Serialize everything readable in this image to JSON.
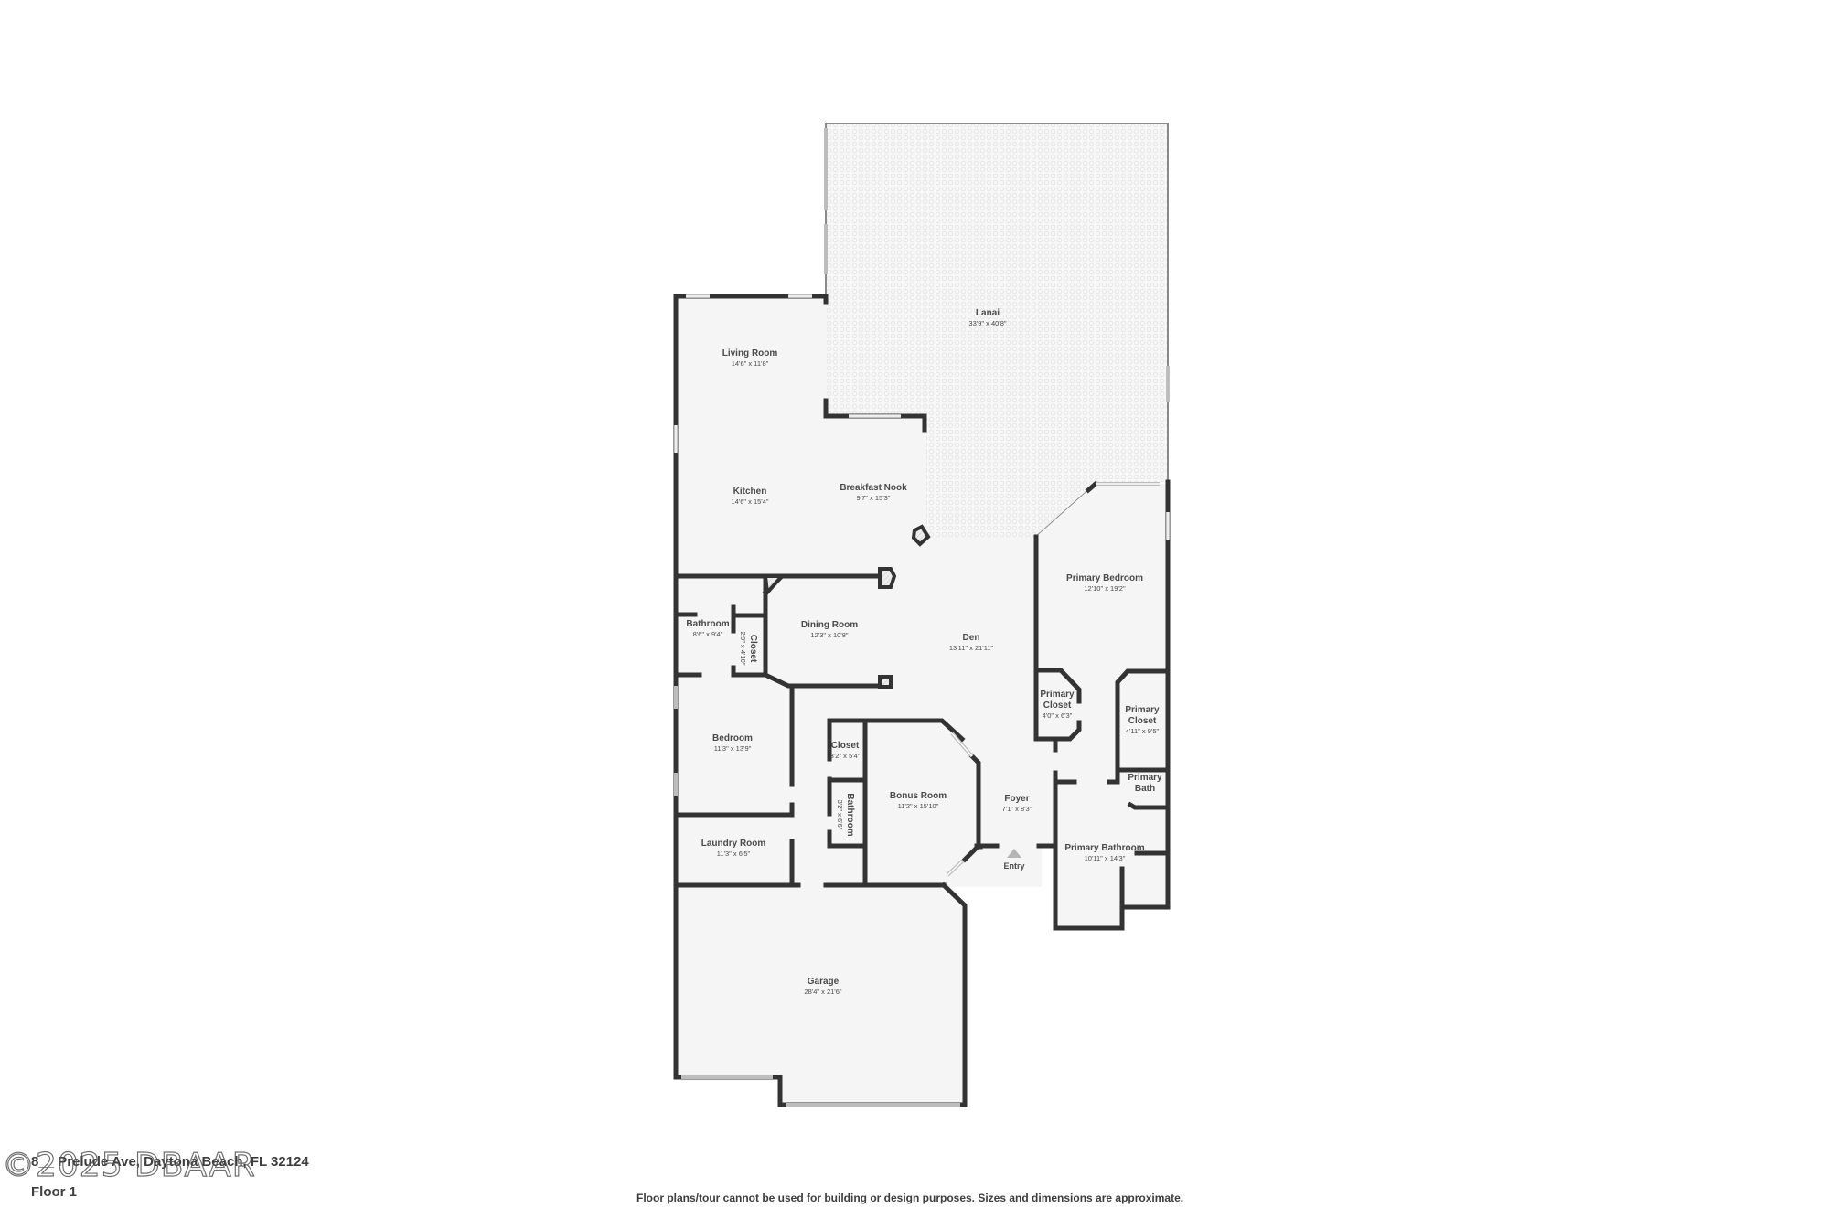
{
  "footer": {
    "address": "8__ Prelude Ave, Daytona Beach, FL 32124",
    "floor": "Floor 1",
    "watermark": "©2025 DBAAR",
    "disclaimer": "Floor plans/tour cannot be used for building or design purposes. Sizes and dimensions are approximate."
  },
  "entry": {
    "label": "Entry"
  },
  "rooms": {
    "lanai": {
      "name": "Lanai",
      "dim": "33'9\" x 40'8\""
    },
    "living_room": {
      "name": "Living Room",
      "dim": "14'6\" x 11'8\""
    },
    "kitchen": {
      "name": "Kitchen",
      "dim": "14'6\" x 15'4\""
    },
    "breakfast_nook": {
      "name": "Breakfast Nook",
      "dim": "9'7\" x 15'3\""
    },
    "primary_bedroom": {
      "name": "Primary Bedroom",
      "dim": "12'10\" x 19'2\""
    },
    "bathroom_1": {
      "name": "Bathroom",
      "dim": "8'6\" x 9'4\""
    },
    "closet_1": {
      "name": "Closet",
      "dim": "2'9\" x 4'10\""
    },
    "dining_room": {
      "name": "Dining Room",
      "dim": "12'3\" x 10'8\""
    },
    "den": {
      "name": "Den",
      "dim": "13'11\" x 21'11\""
    },
    "primary_closet_1": {
      "name": "Primary Closet",
      "dim": "4'0\" x 6'3\""
    },
    "primary_closet_2": {
      "name": "Primary Closet",
      "dim": "4'11\" x 9'5\""
    },
    "primary_bath": {
      "name": "Primary Bath",
      "dim": ""
    },
    "bedroom": {
      "name": "Bedroom",
      "dim": "11'3\" x 13'9\""
    },
    "closet_2": {
      "name": "Closet",
      "dim": "3'2\" x 5'4\""
    },
    "bathroom_2": {
      "name": "Bathroom",
      "dim": "3'2\" x 6'6\""
    },
    "bonus_room": {
      "name": "Bonus Room",
      "dim": "11'2\" x 15'10\""
    },
    "foyer": {
      "name": "Foyer",
      "dim": "7'1\" x 8'3\""
    },
    "primary_bathroom": {
      "name": "Primary Bathroom",
      "dim": "10'11\" x 14'3\""
    },
    "laundry_room": {
      "name": "Laundry Room",
      "dim": "11'3\" x 6'5\""
    },
    "garage": {
      "name": "Garage",
      "dim": "28'4\" x 21'6\""
    }
  }
}
